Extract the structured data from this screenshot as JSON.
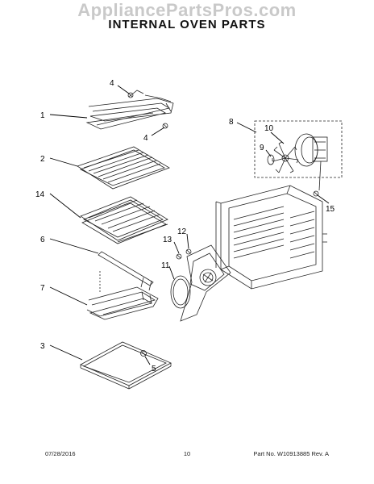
{
  "watermark": "AppliancePartsPros.com",
  "title": "INTERNAL OVEN PARTS",
  "callouts": {
    "c1": "1",
    "c2": "2",
    "c3": "3",
    "c4a": "4",
    "c4b": "4",
    "c5": "5",
    "c6": "6",
    "c7": "7",
    "c8": "8",
    "c9": "9",
    "c10": "10",
    "c11": "11",
    "c12": "12",
    "c13": "13",
    "c14": "14",
    "c15": "15"
  },
  "footer": {
    "date": "07/28/2016",
    "page": "10",
    "part": "Part No. W10913885  Rev. A"
  }
}
